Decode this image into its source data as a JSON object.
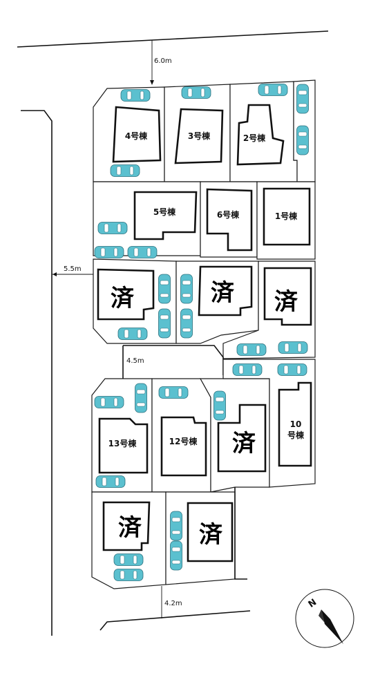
{
  "colors": {
    "car": "#5bc0cf",
    "line": "#111111",
    "background": "#ffffff"
  },
  "road_widths": {
    "north": "6.0m",
    "west": "5.5m",
    "middle": "4.5m",
    "south": "4.2m"
  },
  "lots": [
    {
      "label": "4号棟",
      "status": "available"
    },
    {
      "label": "3号棟",
      "status": "available"
    },
    {
      "label": "2号棟",
      "status": "available"
    },
    {
      "label": "5号棟",
      "status": "available"
    },
    {
      "label": "6号棟",
      "status": "available"
    },
    {
      "label": "1号棟",
      "status": "available"
    },
    {
      "label": "13号棟",
      "status": "available"
    },
    {
      "label": "12号棟",
      "status": "available"
    },
    {
      "label_line1": "10",
      "label_line2": "号棟",
      "status": "available"
    }
  ],
  "sold_mark": "済",
  "sold_count": 6,
  "compass": {
    "letter": "N",
    "icon": "north-arrow-icon"
  },
  "car_icon": "car-icon"
}
